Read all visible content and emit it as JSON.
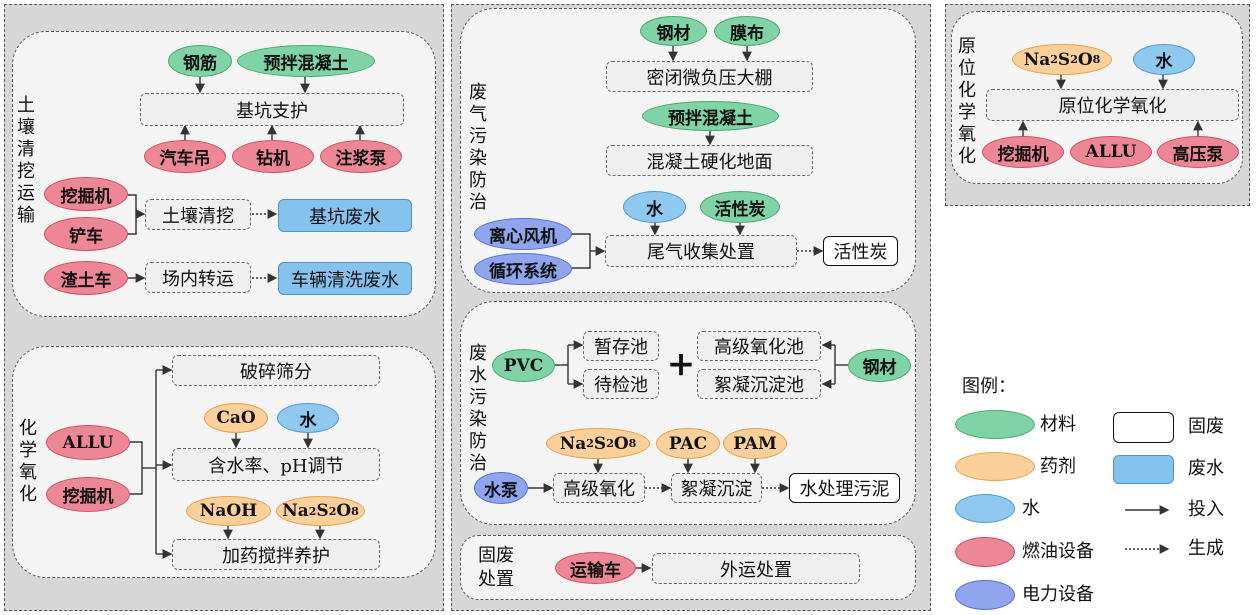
{
  "soil": {
    "title": "土壤清挖运输",
    "mat1": "钢筋",
    "mat2": "预拌混凝土",
    "support": "基坑支护",
    "eq1": "汽车吊",
    "eq2": "钻机",
    "eq3": "注浆泵",
    "eq4": "挖掘机",
    "eq5": "铲车",
    "eq6": "渣土车",
    "step1": "土壤清挖",
    "step2": "场内转运",
    "out1": "基坑废水",
    "out2": "车辆清洗废水"
  },
  "chem": {
    "title": "化学氧化",
    "eq1": "ALLU",
    "eq2": "挖掘机",
    "step1": "破碎筛分",
    "step2": "含水率、pH调节",
    "step3": "加药搅拌养护",
    "r1": "CaO",
    "r2": "水",
    "r3": "NaOH",
    "r4_a": "Na",
    "r4_b": "2",
    "r4_c": "S",
    "r4_d": "2",
    "r4_e": "O",
    "r4_f": "8"
  },
  "gas": {
    "title": "废气污染防治",
    "mat1": "钢材",
    "mat2": "膜布",
    "shed": "密闭微负压大棚",
    "mat3": "预拌混凝土",
    "floor": "混凝土硬化地面",
    "water": "水",
    "carbon": "活性炭",
    "fan": "离心风机",
    "circ": "循环系统",
    "treat": "尾气收集处置",
    "out": "活性炭"
  },
  "wastewater": {
    "title": "废水污染防治",
    "pvc": "PVC",
    "pool1": "暂存池",
    "pool2": "待检池",
    "pool3": "高级氧化池",
    "pool4": "絮凝沉淀池",
    "steel": "钢材",
    "plus": "+",
    "r1_a": "Na",
    "r1_b": "2",
    "r1_c": "S",
    "r1_d": "2",
    "r1_e": "O",
    "r1_f": "8",
    "r2": "PAC",
    "r3": "PAM",
    "pump": "水泵",
    "adv": "高级氧化",
    "floc": "絮凝沉淀",
    "sludge": "水处理污泥"
  },
  "solid": {
    "title": "固废处置",
    "truck": "运输车",
    "out": "外运处置"
  },
  "insitu": {
    "title": "原位化学氧化",
    "r_a": "Na",
    "r_b": "2",
    "r_c": "S",
    "r_d": "2",
    "r_e": "O",
    "r_f": "8",
    "water": "水",
    "proc": "原位化学氧化",
    "eq1": "挖掘机",
    "eq2": "ALLU",
    "eq3": "高压泵"
  },
  "legend": {
    "title": "图例：",
    "material": "材料",
    "reagent": "药剂",
    "water": "水",
    "fuel": "燃油设备",
    "electric": "电力设备",
    "solid": "固废",
    "wastewater": "废水",
    "input": "投入",
    "generate": "生成"
  },
  "colors": {
    "material": "#7fd3a4",
    "reagent": "#fbd09a",
    "water": "#8fc9ef",
    "fuel": "#ee8795",
    "electric": "#8fa5ee",
    "wastewater": "#86c2ee"
  }
}
